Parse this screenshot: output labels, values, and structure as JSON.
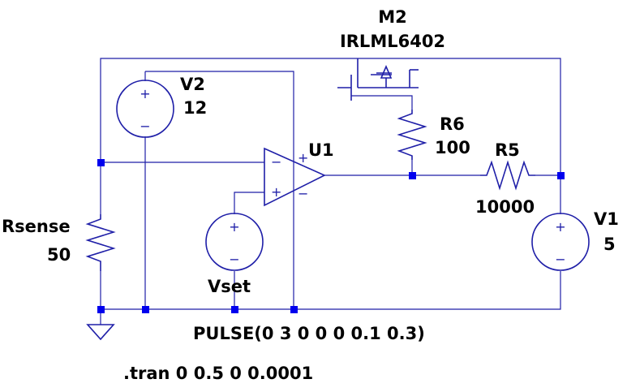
{
  "colors": {
    "wire": "#1f1fa8",
    "node": "#0000ee",
    "text": "#000000",
    "background": "#ffffff"
  },
  "components": {
    "m2": {
      "name": "M2",
      "value": "IRLML6402"
    },
    "v2": {
      "name": "V2",
      "value": "12"
    },
    "u1": {
      "name": "U1"
    },
    "r6": {
      "name": "R6",
      "value": "100"
    },
    "r5": {
      "name": "R5",
      "value": "10000"
    },
    "v1": {
      "name": "V1",
      "value": "5"
    },
    "rsense": {
      "name": "Rsense",
      "value": "50"
    },
    "vset": {
      "name": "Vset",
      "value": "PULSE(0 3 0 0 0 0.1 0.3)"
    }
  },
  "directive": ".tran 0 0.5 0 0.0001",
  "symbols": {
    "plus": "+",
    "minus": "−"
  }
}
